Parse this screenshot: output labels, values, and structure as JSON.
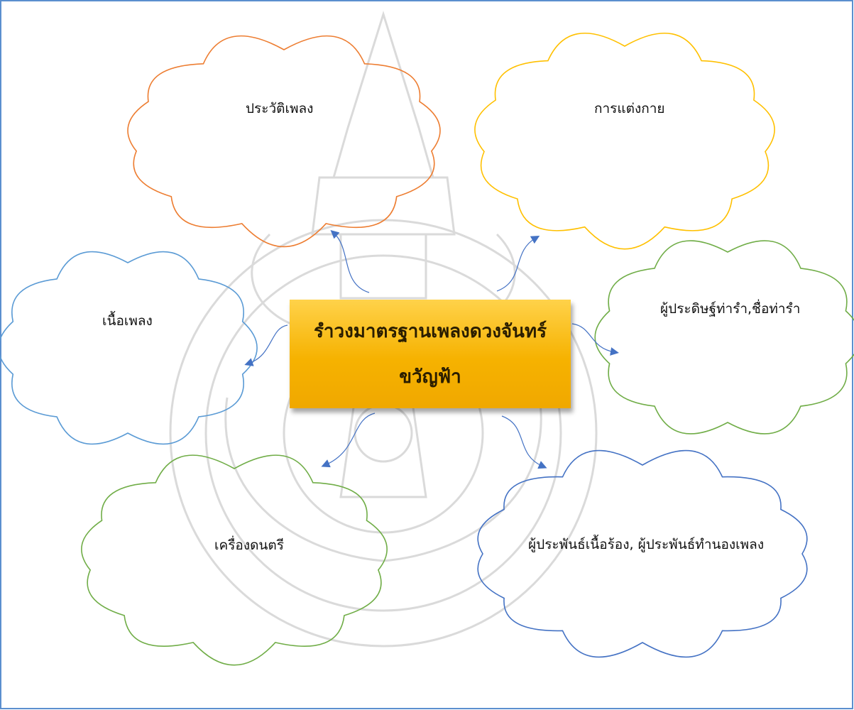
{
  "colors": {
    "frame": "#5b8fcf",
    "cloud_orange": "#ed7d31",
    "cloud_yellow": "#ffc000",
    "cloud_blue": "#5b9bd5",
    "cloud_green": "#70ad47",
    "cloud_darkblue": "#4472c4",
    "arrow": "#4472c4",
    "center_fill": "#f6b200",
    "watermark": "#cfcfcf"
  },
  "center": {
    "line1": "รำวงมาตรฐานเพลงดวงจันทร์",
    "line2": "ขวัญฟ้า"
  },
  "nodes": {
    "history": "ประวัติเพลง",
    "costume": "การแต่งกาย",
    "lyrics": "เนื้อเพลง",
    "choreographer": "ผู้ประดิษฐ์ท่ารำ,ชื่อท่ารำ",
    "instruments": "เครื่องดนตรี",
    "composer": "ผู้ประพันธ์เนื้อร้อง, ผู้ประพันธ์ทำนองเพลง"
  },
  "watermark_icon": "university-seal-watermark"
}
